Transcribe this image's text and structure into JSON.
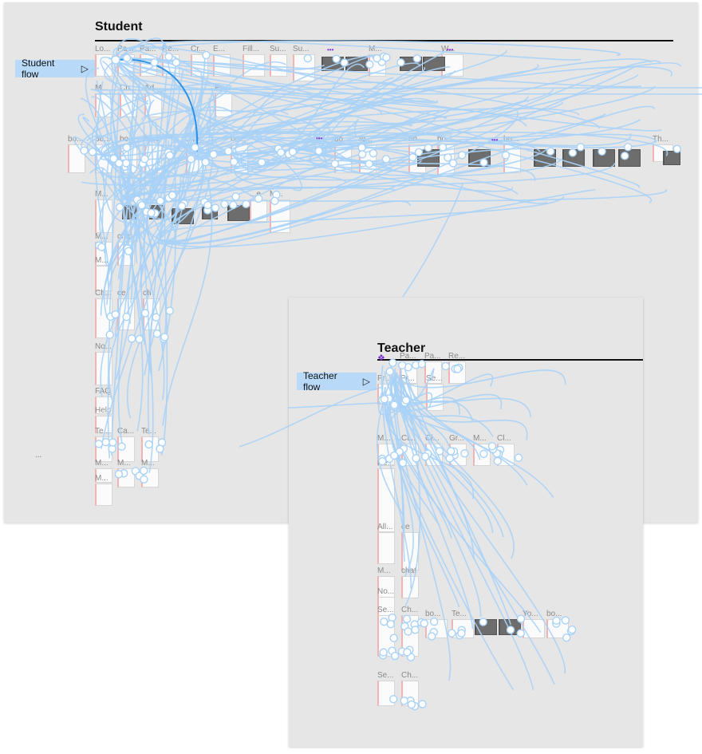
{
  "student": {
    "title": "Student",
    "flow_label": "Student flow",
    "frame_labels": [
      "Lo...",
      "Pa...",
      "Pa...",
      "Re...",
      "Cr...",
      "E...",
      "Fill...",
      "Su...",
      "Su...",
      "M...",
      "W...",
      "M...",
      "Ch...",
      "Ad...",
      "Pu...",
      "bo...",
      "bo...",
      "bo...",
      "bo...",
      "...m",
      "bo...",
      "bo...",
      "te...",
      "bo...",
      "bo...",
      "bo...",
      "Th...",
      "M...",
      "...e",
      "M...",
      "M...",
      "chat",
      "M...",
      "Ch...",
      "ce",
      "ch",
      "No...",
      "FAQ",
      "Help",
      "Te...",
      "Ca...",
      "Te...",
      "M...",
      "M...",
      "M...",
      "M..."
    ],
    "ellipsis": "..."
  },
  "teacher": {
    "title": "Teacher",
    "flow_label": "Teacher flow",
    "frame_labels": [
      "Pa...",
      "Pa...",
      "Re...",
      "Pr...",
      "Pr...",
      "Se...",
      "M...",
      "Cl...",
      "Cl...",
      "Gr...",
      "M...",
      "Cl...",
      "Re...",
      "All...",
      "ce",
      "M...",
      "chat",
      "No...",
      "Se...",
      "Ch...",
      "bo...",
      "Te...",
      "Yo...",
      "bo...",
      "Se...",
      "Ch..."
    ]
  },
  "icons": {
    "play": "play-icon",
    "component": "component-icon"
  },
  "colors": {
    "canvas": "#e6e6e6",
    "connector": "#a8d2f7",
    "connector_active": "#1e88e5",
    "flow_label_bg": "#b8d9f7"
  }
}
